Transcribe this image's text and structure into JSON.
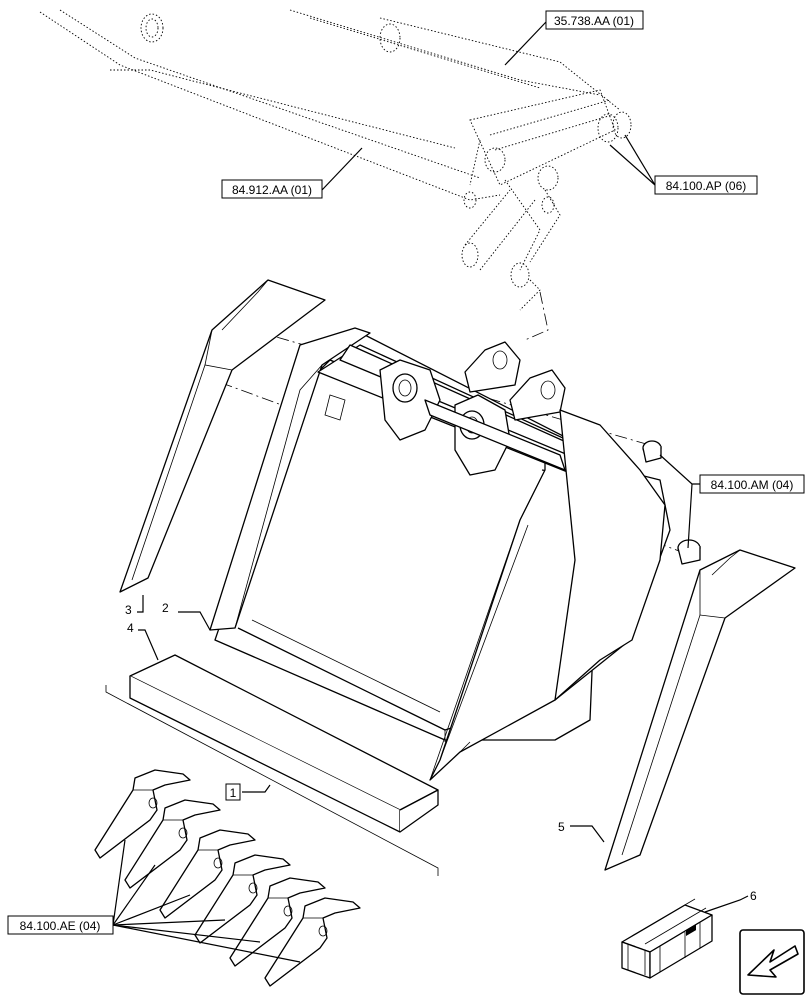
{
  "references": [
    {
      "id": "ref-35-738",
      "label": "35.738.AA (01)"
    },
    {
      "id": "ref-84-912",
      "label": "84.912.AA (01)"
    },
    {
      "id": "ref-84-100-ap",
      "label": "84.100.AP (06)"
    },
    {
      "id": "ref-84-100-am",
      "label": "84.100.AM (04)"
    },
    {
      "id": "ref-84-100-ae",
      "label": "84.100.AE (04)"
    }
  ],
  "items": {
    "one": "1",
    "two": "2",
    "three": "3",
    "four": "4",
    "five": "5",
    "six": "6"
  },
  "icons": {
    "kit": "kit-box-icon",
    "nav": "arrow-down-left-icon"
  }
}
